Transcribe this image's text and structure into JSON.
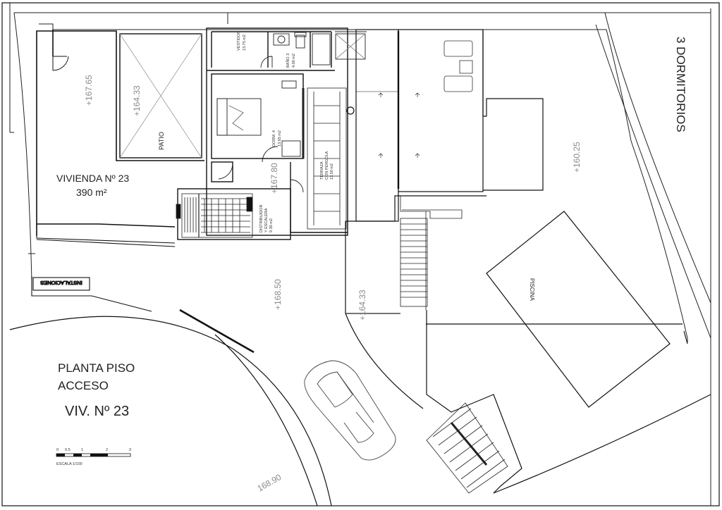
{
  "drawing_title": {
    "line1": "PLANTA PISO",
    "line2": "ACCESO",
    "unit": "VIV. Nº 23"
  },
  "dwelling": {
    "name": "VIVIENDA Nº 23",
    "area": "390 m²"
  },
  "bedrooms_label": "3 DORMITORIOS",
  "levels": {
    "l1": "+167.65",
    "l2": "+164.33",
    "l3": "+167.80",
    "l4": "+168.50",
    "l5": "+164.33",
    "l6": "+160.25",
    "l7": "168.90"
  },
  "rooms": {
    "patio": "PATIO",
    "piscina": "PISCINA",
    "instalaciones": "INSTALACIONES",
    "vestidor": "VESTIDOR",
    "vestidor_area": "13.75 m2",
    "bano": "BAÑO 3",
    "bano_area": "4.00 m2",
    "dorm": "DORM. 4",
    "dorm_area": "13.65 m2",
    "terraza1": "TERRAZA",
    "terraza2": "CON PERGOLA",
    "terraza_area": "13.50 m2",
    "distrib1": "DISTRIBUIDOR",
    "distrib2": "Y ESCALERA",
    "distrib_area": "9.30 m2"
  },
  "scale": {
    "ticks": [
      "0",
      "0.5",
      "1",
      "2",
      "3"
    ],
    "label": "ESCALA 1/100"
  }
}
